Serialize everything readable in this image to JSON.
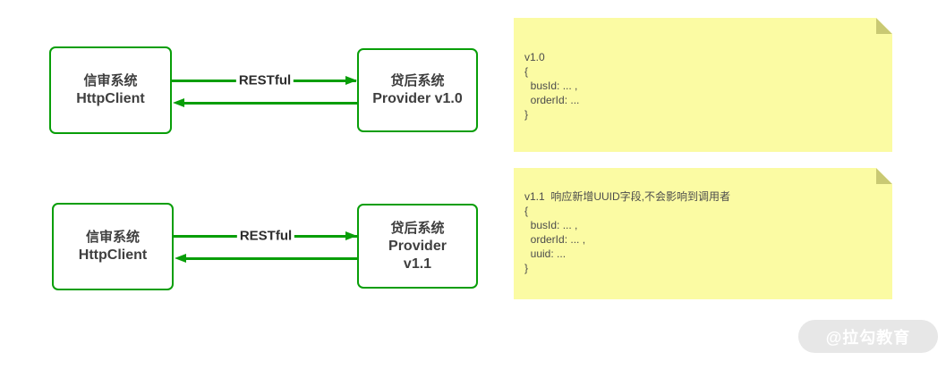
{
  "row1": {
    "client_line1": "信审系统",
    "client_line2": "HttpClient",
    "provider_line1": "贷后系统",
    "provider_line2": "Provider v1.0",
    "arrow_label": "RESTful"
  },
  "row2": {
    "client_line1": "信审系统",
    "client_line2": "HttpClient",
    "provider_line1": "贷后系统",
    "provider_line2": "Provider",
    "provider_line3": "v1.1",
    "arrow_label": "RESTful"
  },
  "note1": {
    "lines": [
      "v1.0",
      "{",
      "  busId: ... ,",
      "  orderId: ...",
      "}"
    ]
  },
  "note2": {
    "lines": [
      "v1.1  响应新增UUID字段,不会影响到调用者",
      "{",
      "  busId: ... ,",
      "  orderId: ... ,",
      "  uuid: ...",
      "}"
    ]
  },
  "watermark": "@拉勾教育",
  "colors": {
    "green": "#089e08",
    "note_bg": "#fbfba3",
    "note_fold": "#c9c973",
    "box_text": "#3f3f3f",
    "note_text": "#4c4c4c",
    "watermark_bg": "#e7e7e7",
    "watermark_text": "#ffffff"
  }
}
